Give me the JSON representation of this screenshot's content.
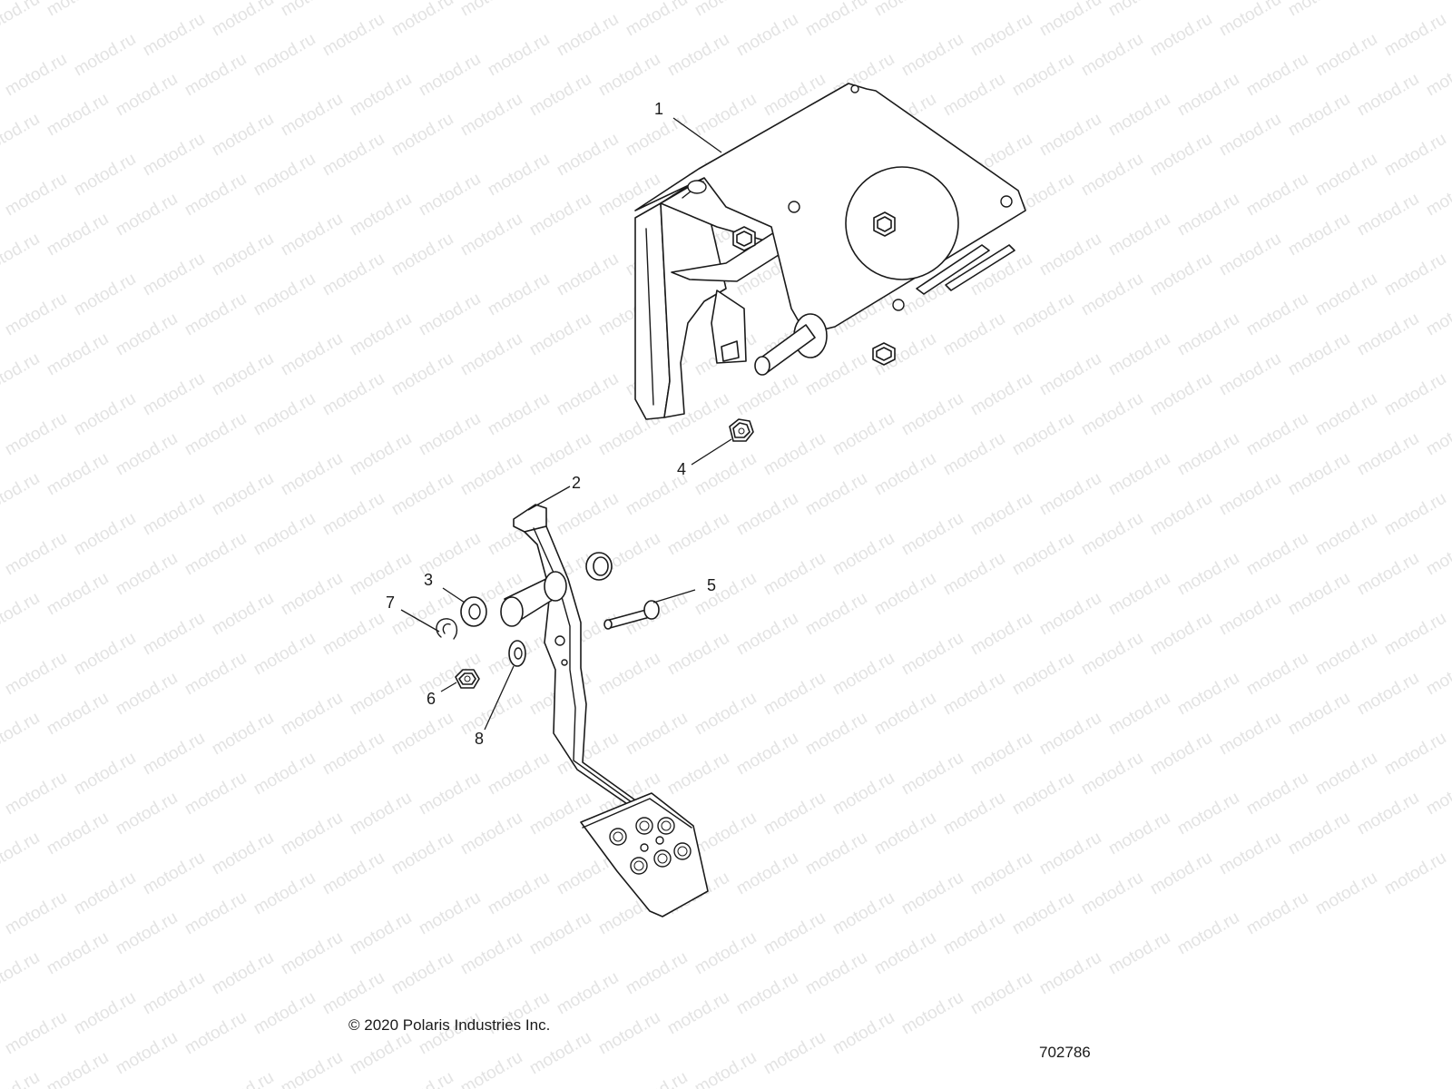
{
  "watermark": {
    "text": "motod.ru"
  },
  "callouts": [
    {
      "id": "1",
      "label": "1"
    },
    {
      "id": "2",
      "label": "2"
    },
    {
      "id": "3",
      "label": "3"
    },
    {
      "id": "4",
      "label": "4"
    },
    {
      "id": "5",
      "label": "5"
    },
    {
      "id": "6",
      "label": "6"
    },
    {
      "id": "7",
      "label": "7"
    },
    {
      "id": "8",
      "label": "8"
    }
  ],
  "footer": {
    "copyright": "© 2020 Polaris Industries Inc.",
    "part_number": "702786"
  },
  "colors": {
    "line": "#1a1a1a",
    "watermark": "#e3e3e3",
    "background": "#ffffff"
  }
}
